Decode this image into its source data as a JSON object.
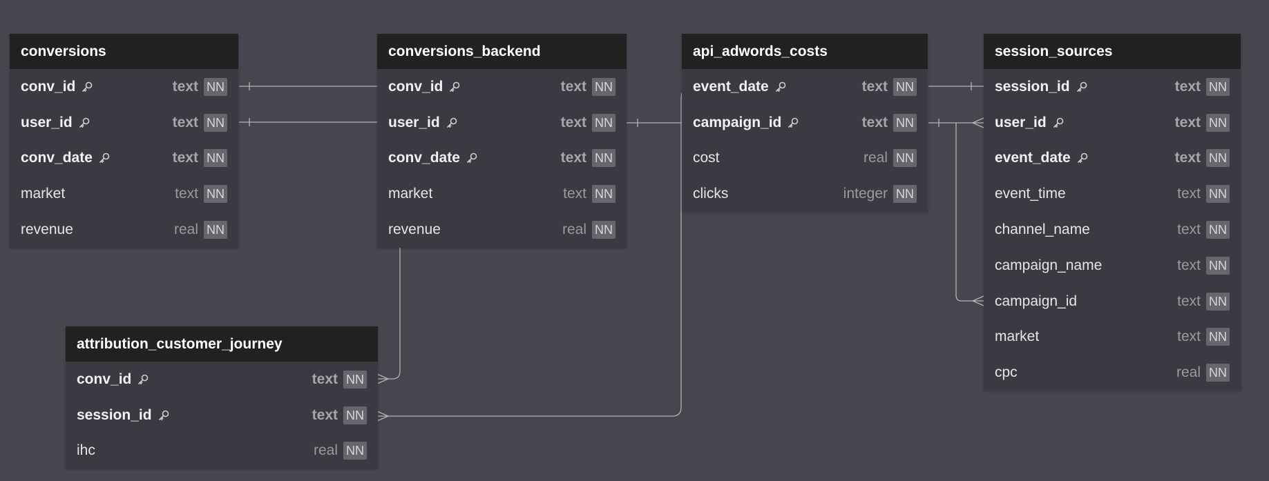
{
  "tables": {
    "conversions": {
      "title": "conversions",
      "columns": [
        {
          "name": "conv_id",
          "type": "text",
          "badge": "NN",
          "pk": true
        },
        {
          "name": "user_id",
          "type": "text",
          "badge": "NN",
          "pk": true
        },
        {
          "name": "conv_date",
          "type": "text",
          "badge": "NN",
          "pk": true
        },
        {
          "name": "market",
          "type": "text",
          "badge": "NN",
          "pk": false
        },
        {
          "name": "revenue",
          "type": "real",
          "badge": "NN",
          "pk": false
        }
      ]
    },
    "conversions_backend": {
      "title": "conversions_backend",
      "columns": [
        {
          "name": "conv_id",
          "type": "text",
          "badge": "NN",
          "pk": true
        },
        {
          "name": "user_id",
          "type": "text",
          "badge": "NN",
          "pk": true
        },
        {
          "name": "conv_date",
          "type": "text",
          "badge": "NN",
          "pk": true
        },
        {
          "name": "market",
          "type": "text",
          "badge": "NN",
          "pk": false
        },
        {
          "name": "revenue",
          "type": "real",
          "badge": "NN",
          "pk": false
        }
      ]
    },
    "api_adwords_costs": {
      "title": "api_adwords_costs",
      "columns": [
        {
          "name": "event_date",
          "type": "text",
          "badge": "NN",
          "pk": true
        },
        {
          "name": "campaign_id",
          "type": "text",
          "badge": "NN",
          "pk": true
        },
        {
          "name": "cost",
          "type": "real",
          "badge": "NN",
          "pk": false
        },
        {
          "name": "clicks",
          "type": "integer",
          "badge": "NN",
          "pk": false
        }
      ]
    },
    "session_sources": {
      "title": "session_sources",
      "columns": [
        {
          "name": "session_id",
          "type": "text",
          "badge": "NN",
          "pk": true
        },
        {
          "name": "user_id",
          "type": "text",
          "badge": "NN",
          "pk": true
        },
        {
          "name": "event_date",
          "type": "text",
          "badge": "NN",
          "pk": true
        },
        {
          "name": "event_time",
          "type": "text",
          "badge": "NN",
          "pk": false
        },
        {
          "name": "channel_name",
          "type": "text",
          "badge": "NN",
          "pk": false
        },
        {
          "name": "campaign_name",
          "type": "text",
          "badge": "NN",
          "pk": false
        },
        {
          "name": "campaign_id",
          "type": "text",
          "badge": "NN",
          "pk": false
        },
        {
          "name": "market",
          "type": "text",
          "badge": "NN",
          "pk": false
        },
        {
          "name": "cpc",
          "type": "real",
          "badge": "NN",
          "pk": false
        }
      ]
    },
    "attribution_customer_journey": {
      "title": "attribution_customer_journey",
      "columns": [
        {
          "name": "conv_id",
          "type": "text",
          "badge": "NN",
          "pk": true
        },
        {
          "name": "session_id",
          "type": "text",
          "badge": "NN",
          "pk": true
        },
        {
          "name": "ihc",
          "type": "real",
          "badge": "NN",
          "pk": false
        }
      ]
    }
  },
  "relationships": [
    {
      "from": "conversions.conv_id",
      "to": "conversions_backend.conv_id",
      "from_end": "one",
      "to_end": "none"
    },
    {
      "from": "conversions.user_id",
      "to": "conversions_backend.user_id",
      "from_end": "one",
      "to_end": "none"
    },
    {
      "from": "conversions_backend.user_id",
      "to": "api_adwords_costs.campaign_id",
      "from_end": "one",
      "to_end": "none"
    },
    {
      "from": "api_adwords_costs.event_date",
      "to": "session_sources.session_id",
      "from_end": "none",
      "to_end": "one"
    },
    {
      "from": "api_adwords_costs.campaign_id",
      "to": "session_sources.user_id",
      "from_end": "one",
      "to_end": "many"
    },
    {
      "from": "api_adwords_costs.campaign_id",
      "to": "session_sources.campaign_id",
      "from_end": "one",
      "to_end": "many"
    },
    {
      "from": "conversions_backend",
      "to": "attribution_customer_journey.conv_id",
      "from_end": "none",
      "to_end": "many"
    },
    {
      "from": "api_adwords_costs.event_date",
      "to": "attribution_customer_journey.session_id",
      "from_end": "none",
      "to_end": "many"
    }
  ],
  "colors": {
    "background": "#46464f",
    "table_body": "#3a3a43",
    "table_header": "#212121",
    "line": "#b4b4ba",
    "badge": "#66666e"
  }
}
